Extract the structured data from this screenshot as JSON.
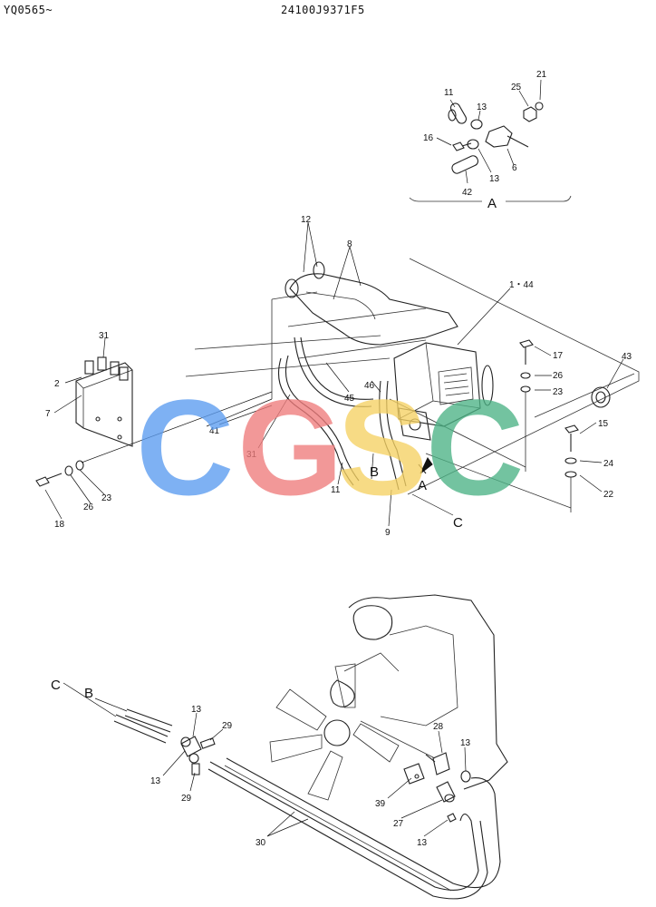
{
  "header": {
    "left_code": "YQ0565~",
    "drawing_no": "24100J9371F5"
  },
  "detail_a": {
    "parts": [
      "11",
      "13",
      "25",
      "21",
      "16",
      "6",
      "13",
      "42"
    ],
    "label": "A"
  },
  "main": {
    "parts": [
      "12",
      "8",
      "1・44",
      "31",
      "2",
      "7",
      "17",
      "26",
      "23",
      "43",
      "46",
      "45",
      "41",
      "31",
      "15",
      "24",
      "22",
      "11",
      "9",
      "23",
      "26",
      "18"
    ],
    "view_labels": [
      "B",
      "A",
      "C"
    ]
  },
  "lower": {
    "parts": [
      "13",
      "29",
      "13",
      "29",
      "28",
      "13",
      "39",
      "27",
      "13",
      "30"
    ],
    "line_labels": [
      "C",
      "B"
    ]
  },
  "watermark": {
    "letters": [
      "C",
      "G",
      "S",
      "C"
    ],
    "colors": [
      "#5b9cf0",
      "#ef7c7c",
      "#f6d264",
      "#4db386"
    ]
  }
}
